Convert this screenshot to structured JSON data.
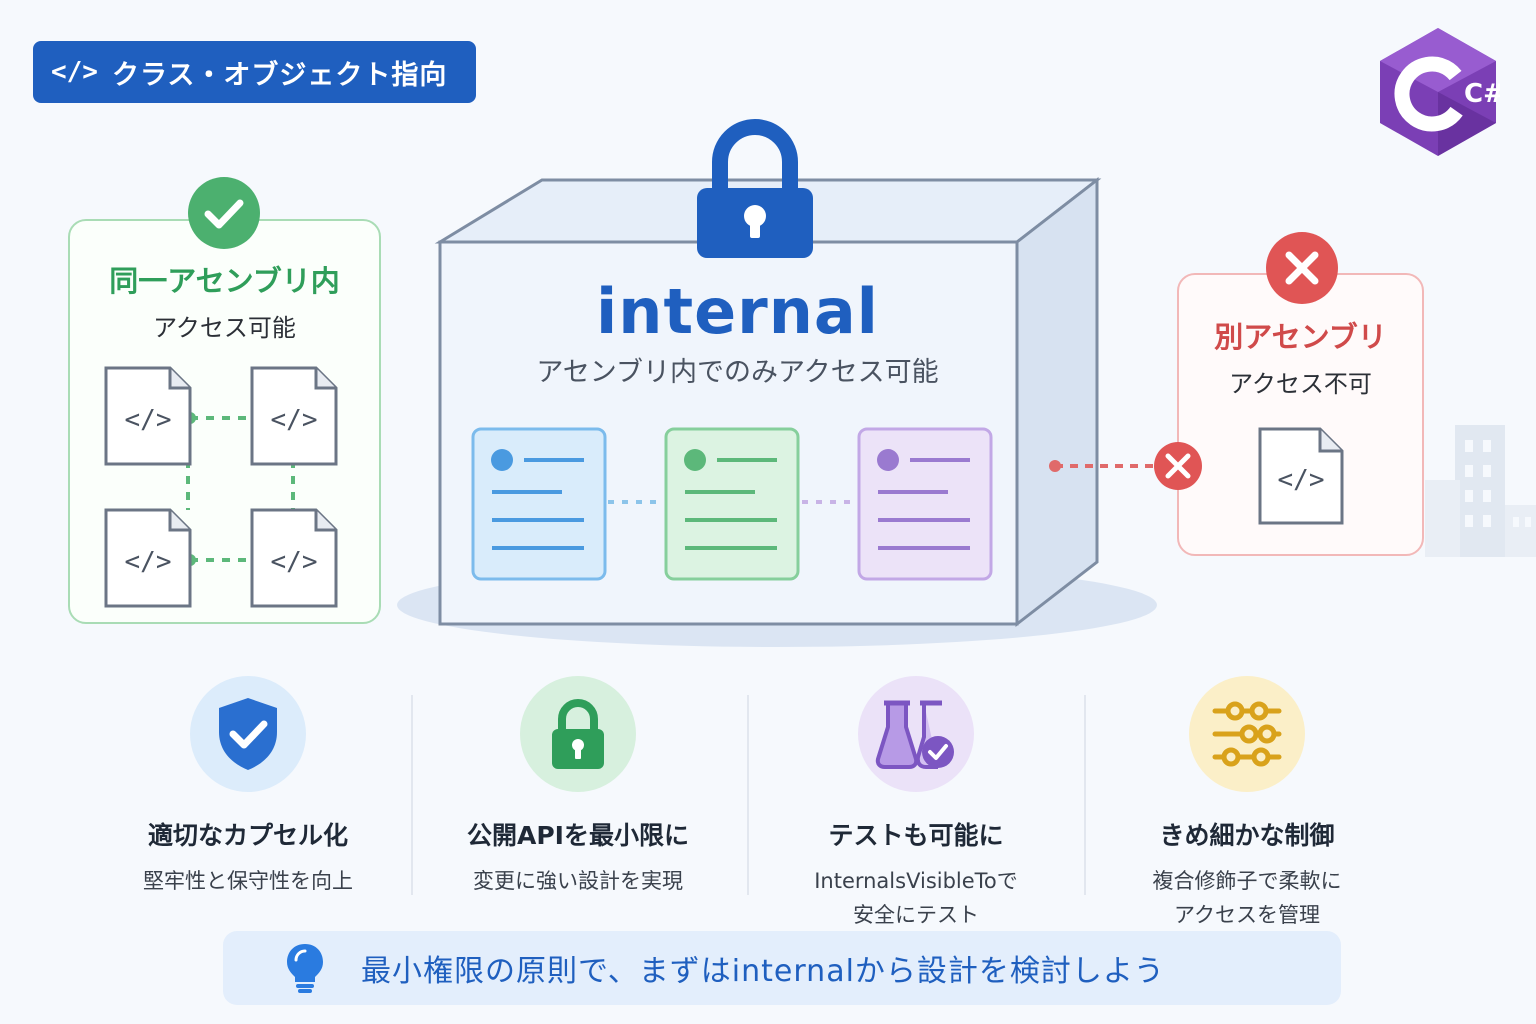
{
  "badge": {
    "code_glyph": "</>",
    "label": "クラス・オブジェクト指向"
  },
  "logo": {
    "text": "C#",
    "icon": "csharp-logo"
  },
  "same_assembly": {
    "title": "同一アセンブリ内",
    "subtitle": "アクセス可能",
    "status_icon": "check-circle-icon",
    "file_glyph": "</>",
    "accent": "#2f9e5a"
  },
  "internal_box": {
    "title": "internal",
    "subtitle": "アセンブリ内でのみアクセス可能",
    "icon": "lock-icon",
    "accent": "#1f5fbf"
  },
  "other_assembly": {
    "title": "別アセンブリ",
    "subtitle": "アクセス不可",
    "status_icon": "x-circle-icon",
    "file_glyph": "</>",
    "accent": "#d04a4a"
  },
  "features": [
    {
      "icon": "shield-check-icon",
      "title": "適切なカプセル化",
      "desc": "堅牢性と保守性を向上"
    },
    {
      "icon": "lock-icon",
      "title": "公開APIを最小限に",
      "desc": "変更に強い設計を実現"
    },
    {
      "icon": "flask-check-icon",
      "title": "テストも可能に",
      "desc": "InternalsVisibleToで\n安全にテスト"
    },
    {
      "icon": "sliders-icon",
      "title": "きめ細かな制御",
      "desc": "複合修飾子で柔軟に\nアクセスを管理"
    }
  ],
  "tip": {
    "icon": "lightbulb-icon",
    "text": "最小権限の原則で、まずはinternalから設計を検討しよう"
  }
}
